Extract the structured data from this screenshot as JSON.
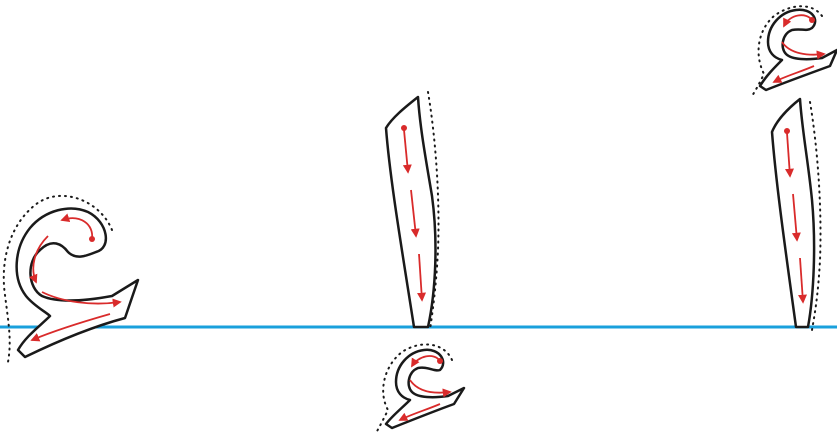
{
  "diagram": {
    "colors": {
      "background": "#ffffff",
      "baseline": "#1aa0dc",
      "outline": "#1a1a1a",
      "stroke_arrows": "#d92b2b",
      "dotted_guide": "#1a1a1a"
    },
    "letter_forms": [
      {
        "name": "ain-standalone",
        "stroke_order_arrows": 4,
        "start_dot": true
      },
      {
        "name": "alef",
        "stroke_order_arrows": 3,
        "start_dot": true
      },
      {
        "name": "hamza-below-alef",
        "stroke_order_arrows": 3,
        "start_dot": true
      },
      {
        "name": "alef-with-hamza",
        "stroke_order_arrows": 3,
        "start_dot": true
      },
      {
        "name": "hamza-above-alef",
        "stroke_order_arrows": 3,
        "start_dot": true
      }
    ]
  }
}
